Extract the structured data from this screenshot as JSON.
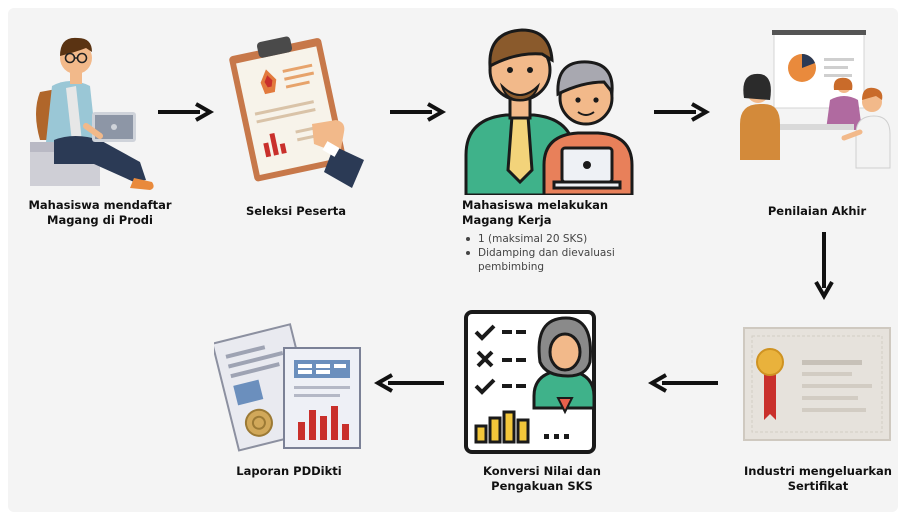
{
  "steps": [
    {
      "id": "daftar",
      "lines": [
        "Mahasiswa mendaftar",
        "Magang  di Prodi"
      ],
      "icon": "student-laptop-icon"
    },
    {
      "id": "seleksi",
      "lines": [
        "Seleksi Peserta"
      ],
      "icon": "clipboard-report-icon"
    },
    {
      "id": "magang",
      "lines": [
        "Mahasiswa melakukan",
        "Magang Kerja"
      ],
      "icon": "mentor-and-intern-icon",
      "bullets": [
        "1 (maksimal 20 SKS)",
        "Didamping dan dievaluasi pembimbing"
      ]
    },
    {
      "id": "penilaian",
      "lines": [
        "Penilaian Akhir"
      ],
      "icon": "presentation-meeting-icon"
    },
    {
      "id": "sertifikat",
      "lines": [
        "Industri mengeluarkan",
        "Sertifikat"
      ],
      "icon": "certificate-icon"
    },
    {
      "id": "konversi",
      "lines": [
        "Konversi Nilai dan",
        "Pengakuan SKS"
      ],
      "icon": "grade-checklist-icon"
    },
    {
      "id": "laporan",
      "lines": [
        "Laporan PDDikti"
      ],
      "icon": "report-documents-icon"
    }
  ],
  "colors": {
    "background": "#f4f4f4",
    "arrow": "#111111",
    "skin": "#f2b98a",
    "accent_orange": "#e98a3c",
    "accent_green": "#3fb28a",
    "navy": "#2b3a55",
    "certificate_red": "#c9302c",
    "document_blue": "#6b8fbd"
  }
}
